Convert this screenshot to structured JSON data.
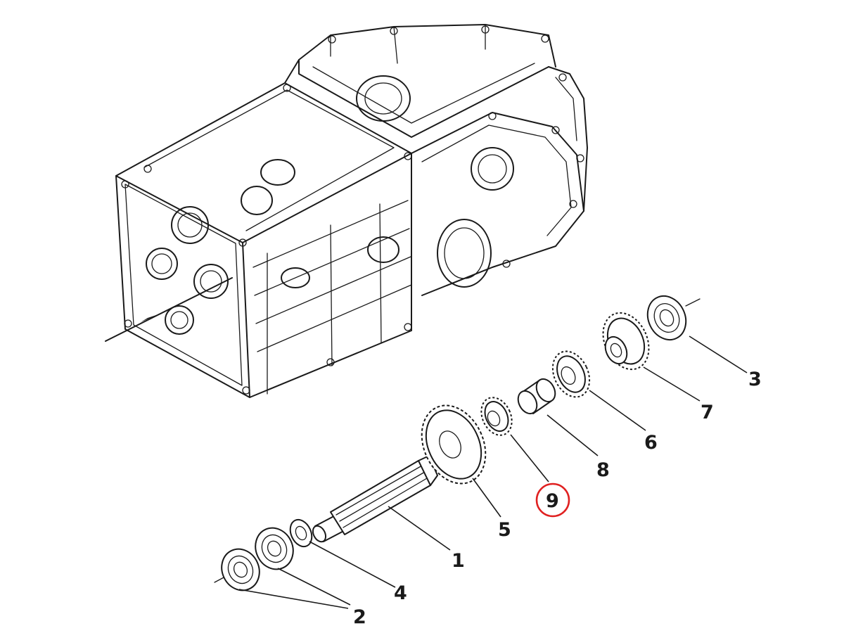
{
  "callouts": [
    {
      "id": "1",
      "label": "1"
    },
    {
      "id": "2",
      "label": "2"
    },
    {
      "id": "3",
      "label": "3"
    },
    {
      "id": "4",
      "label": "4"
    },
    {
      "id": "5",
      "label": "5"
    },
    {
      "id": "6",
      "label": "6"
    },
    {
      "id": "7",
      "label": "7"
    },
    {
      "id": "8",
      "label": "8"
    },
    {
      "id": "9",
      "label": "9"
    }
  ],
  "highlighted_callout": "9",
  "colors": {
    "ink": "#1a1a1a",
    "highlight": "#e02020",
    "background": "#ffffff"
  }
}
